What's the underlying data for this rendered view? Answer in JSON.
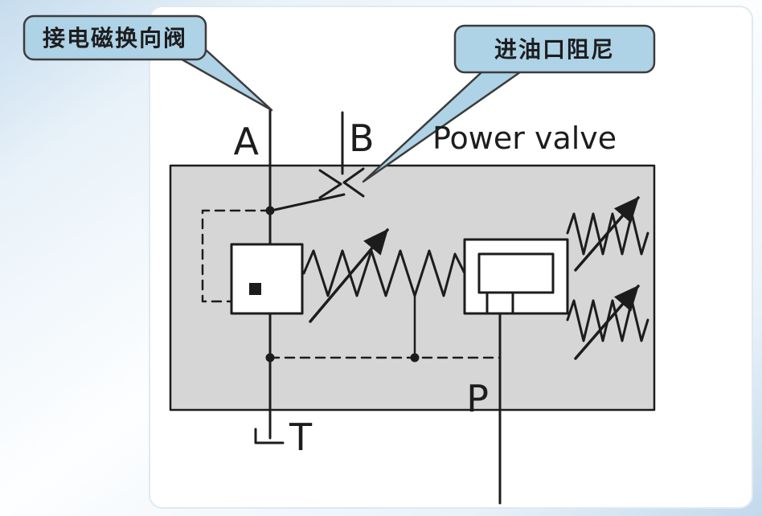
{
  "callouts": {
    "solenoid": {
      "label": "接电磁换向阀"
    },
    "damping": {
      "label": "进油口阻尼"
    }
  },
  "diagram": {
    "title": "Power valve",
    "ports": {
      "a": "A",
      "b": "B",
      "t": "T",
      "p": "P"
    }
  },
  "colors": {
    "card_bg": "#ffffff",
    "card_edge": "#dfe9f2",
    "valve_body_fill": "#d6d6d6",
    "line": "#1c1c1c",
    "callout_fill": "#aed2e6",
    "callout_border": "#3c3c3c",
    "text": "#1d1d1f"
  }
}
